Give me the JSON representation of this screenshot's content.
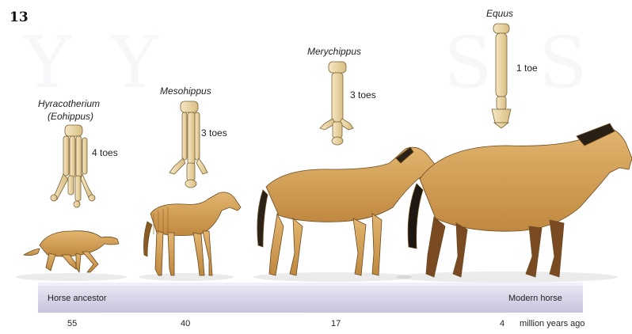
{
  "figure_number": "13",
  "species": [
    {
      "name": "Hyracotherium",
      "alt_name": "(Eohippus)",
      "toes": "4 toes"
    },
    {
      "name": "Mesohippus",
      "toes": "3 toes"
    },
    {
      "name": "Merychippus",
      "toes": "3 toes"
    },
    {
      "name": "Equus",
      "toes": "1 toe"
    }
  ],
  "timeline": {
    "start_label": "Horse ancestor",
    "end_label": "Modern horse",
    "years": [
      "55",
      "40",
      "17",
      "4"
    ],
    "unit": "million years ago"
  },
  "colors": {
    "horse_coat": "#d6a35a",
    "horse_shade": "#b07a34",
    "bone": "#ecd7a6",
    "timeline_bar": "#dcd8ea"
  }
}
